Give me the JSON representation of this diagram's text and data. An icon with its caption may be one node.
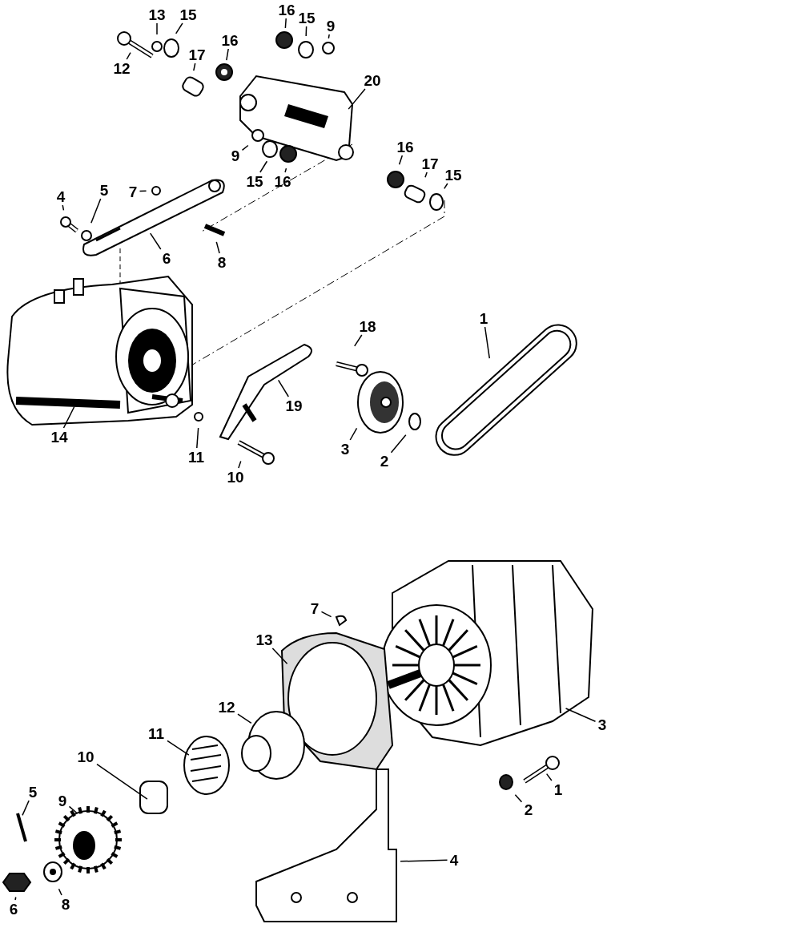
{
  "diagram": {
    "nodes": [
      {
        "text": [
          "13"
        ]
      },
      {
        "text": [
          "15"
        ]
      },
      {
        "text": [
          "16"
        ]
      },
      {
        "text": [
          "15"
        ]
      },
      {
        "text": [
          "9"
        ]
      },
      {
        "text": [
          "17"
        ]
      },
      {
        "text": [
          "16"
        ]
      },
      {
        "text": [
          "12"
        ]
      },
      {
        "text": [
          "20"
        ]
      },
      {
        "text": [
          "16"
        ]
      },
      {
        "text": [
          "9"
        ]
      },
      {
        "text": [
          "17"
        ]
      },
      {
        "text": [
          "15"
        ]
      },
      {
        "text": [
          "15"
        ]
      },
      {
        "text": [
          "16"
        ]
      },
      {
        "text": [
          "4"
        ]
      },
      {
        "text": [
          "5"
        ]
      },
      {
        "text": [
          "7"
        ]
      },
      {
        "text": [
          "8"
        ]
      },
      {
        "text": [
          "6"
        ]
      },
      {
        "text": [
          "1"
        ]
      },
      {
        "text": [
          "18"
        ]
      },
      {
        "text": [
          "19"
        ]
      },
      {
        "text": [
          "14"
        ]
      },
      {
        "text": [
          "3"
        ]
      },
      {
        "text": [
          "11"
        ]
      },
      {
        "text": [
          "2"
        ]
      },
      {
        "text": [
          "10"
        ]
      },
      {
        "text": [
          "7"
        ]
      },
      {
        "text": [
          "13"
        ]
      },
      {
        "text": [
          "12"
        ]
      },
      {
        "text": [
          "3"
        ]
      },
      {
        "text": [
          "11"
        ]
      },
      {
        "text": [
          "10"
        ]
      },
      {
        "text": [
          "5"
        ]
      },
      {
        "text": [
          "1"
        ]
      },
      {
        "text": [
          "9"
        ]
      },
      {
        "text": [
          "2"
        ]
      },
      {
        "text": [
          "4"
        ]
      },
      {
        "text": [
          "6"
        ]
      },
      {
        "text": [
          "8"
        ]
      }
    ],
    "edges": [
      {
        "from": 0,
        "to": null,
        "arrow": "none"
      },
      {
        "from": 1,
        "to": null,
        "arrow": "none"
      },
      {
        "from": 2,
        "to": null,
        "arrow": "none"
      },
      {
        "from": 3,
        "to": null,
        "arrow": "none"
      },
      {
        "from": 4,
        "to": null,
        "arrow": "none"
      },
      {
        "from": 5,
        "to": null,
        "arrow": "none"
      },
      {
        "from": 6,
        "to": null,
        "arrow": "none"
      },
      {
        "from": 7,
        "to": null,
        "arrow": "none"
      },
      {
        "from": 8,
        "to": null,
        "arrow": "none"
      },
      {
        "from": 9,
        "to": null,
        "arrow": "none"
      },
      {
        "from": 10,
        "to": null,
        "arrow": "none"
      },
      {
        "from": 11,
        "to": null,
        "arrow": "none"
      },
      {
        "from": 12,
        "to": null,
        "arrow": "none"
      },
      {
        "from": 13,
        "to": null,
        "arrow": "none"
      },
      {
        "from": 14,
        "to": null,
        "arrow": "none"
      },
      {
        "from": 15,
        "to": null,
        "arrow": "none"
      },
      {
        "from": 16,
        "to": null,
        "arrow": "none"
      },
      {
        "from": 17,
        "to": null,
        "arrow": "none"
      },
      {
        "from": 18,
        "to": null,
        "arrow": "none"
      },
      {
        "from": 19,
        "to": null,
        "arrow": "none"
      },
      {
        "from": 20,
        "to": null,
        "arrow": "none"
      },
      {
        "from": 21,
        "to": null,
        "arrow": "none"
      },
      {
        "from": 22,
        "to": null,
        "arrow": "none"
      },
      {
        "from": 23,
        "to": null,
        "arrow": "none"
      },
      {
        "from": 24,
        "to": null,
        "arrow": "none"
      },
      {
        "from": 25,
        "to": null,
        "arrow": "none"
      },
      {
        "from": 26,
        "to": null,
        "arrow": "none"
      },
      {
        "from": 27,
        "to": null,
        "arrow": "none"
      },
      {
        "from": 28,
        "to": null,
        "arrow": "none"
      },
      {
        "from": 29,
        "to": null,
        "arrow": "none"
      },
      {
        "from": 30,
        "to": null,
        "arrow": "none"
      },
      {
        "from": 31,
        "to": null,
        "arrow": "none"
      },
      {
        "from": 32,
        "to": null,
        "arrow": "none"
      },
      {
        "from": 33,
        "to": null,
        "arrow": "none"
      },
      {
        "from": 34,
        "to": null,
        "arrow": "none"
      },
      {
        "from": 35,
        "to": null,
        "arrow": "none"
      },
      {
        "from": 36,
        "to": null,
        "arrow": "none"
      },
      {
        "from": 37,
        "to": null,
        "arrow": "none"
      },
      {
        "from": 38,
        "to": null,
        "arrow": "none"
      },
      {
        "from": 39,
        "to": null,
        "arrow": "none"
      },
      {
        "from": 40,
        "to": null,
        "arrow": "none"
      }
    ]
  }
}
